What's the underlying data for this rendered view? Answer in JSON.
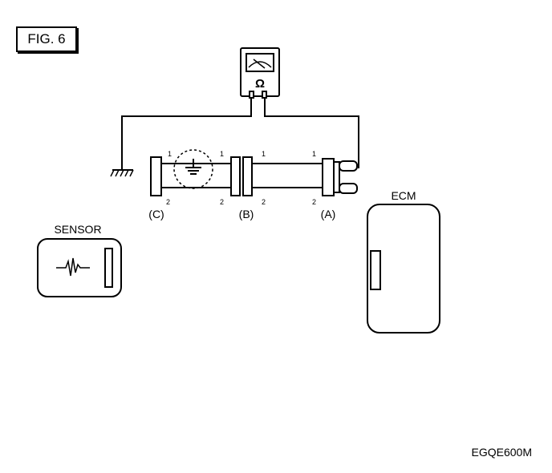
{
  "figure_label": "FIG. 6",
  "meter": {
    "symbol": "Ω"
  },
  "connectors": {
    "c": {
      "label": "(C)",
      "pin1": "1",
      "pin2": "2"
    },
    "b": {
      "label": "(B)",
      "pin1_left": "1",
      "pin2_left": "2",
      "pin1_right": "1",
      "pin2_right": "2"
    },
    "a": {
      "label": "(A)",
      "pin1": "1",
      "pin2": "2"
    }
  },
  "sensor": {
    "label": "SENSOR"
  },
  "ecm": {
    "label": "ECM"
  },
  "code": "EGQE600M",
  "colors": {
    "line": "#000000",
    "background": "#ffffff"
  }
}
